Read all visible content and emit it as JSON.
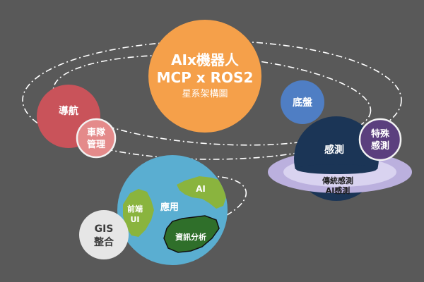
{
  "colors": {
    "background": "#595959",
    "sun": "#f5a04a",
    "navigation": "#c9535a",
    "fleet": "#e48a8a",
    "chassis": "#4f7ec4",
    "sensing": "#1b3556",
    "special_sensing": "#5b3f7e",
    "ring_outer": "#bbb0de",
    "ring_inner": "#d9d3f0",
    "ocean": "#5aaed1",
    "land": "#8ab43e",
    "data_land": "#2f6f2a",
    "gis": "#e6e6e6",
    "orbit": "#ffffff"
  },
  "sun": {
    "line1": "AIx機器人",
    "line2": "MCP x ROS2",
    "line3": "星系架構圖"
  },
  "planets": {
    "navigation": "導航",
    "fleet_line1": "車隊",
    "fleet_line2": "管理",
    "chassis": "底盤",
    "sensing": "感測",
    "special_line1": "特殊",
    "special_line2": "感測",
    "ring_line1": "傳統感測",
    "ring_line2": "AI感測",
    "application": "應用",
    "ai": "AI",
    "frontend_line1": "前端",
    "frontend_line2": "UI",
    "data_analysis": "資訊分析",
    "gis_line1": "GIS",
    "gis_line2": "整合"
  }
}
